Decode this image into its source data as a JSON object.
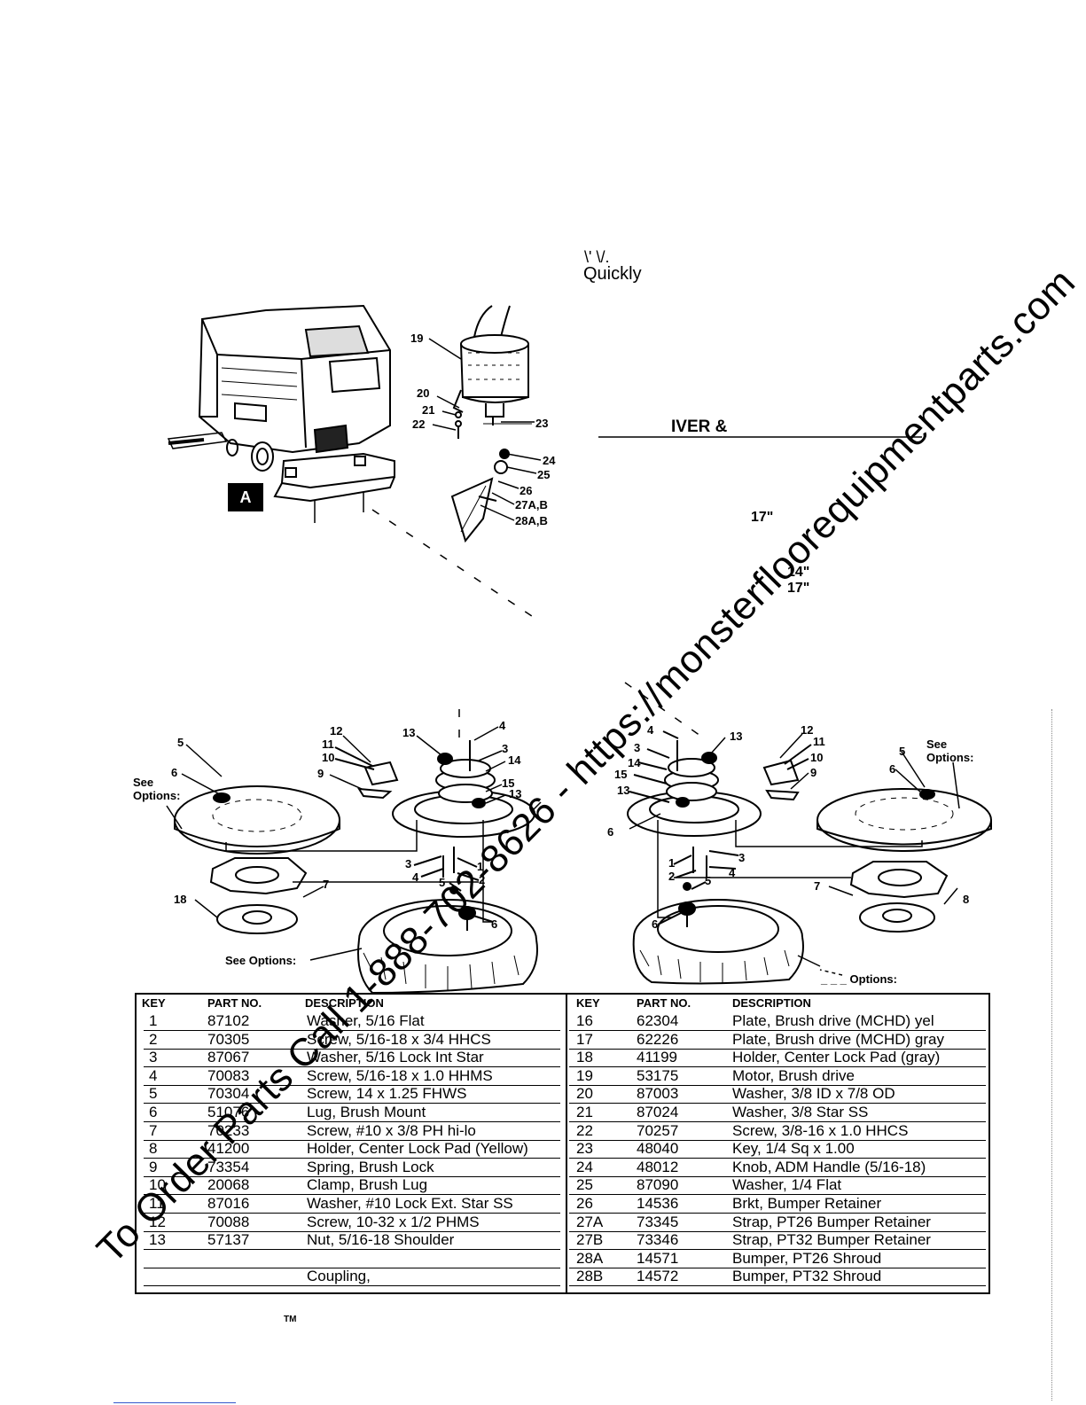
{
  "header_fragments": {
    "quickly": "Quickly",
    "marks_above": "\\' \\/.",
    "driver_heading": "IVER &"
  },
  "side_sizes": [
    "17\"",
    "14\"",
    "17\""
  ],
  "machine_label": "A",
  "diagram": {
    "left_callouts": [
      "5",
      "6",
      "12",
      "11",
      "10",
      "9",
      "13",
      "4",
      "3",
      "14",
      "15",
      "13",
      "1",
      "2",
      "3",
      "4",
      "5",
      "6",
      "7",
      "18"
    ],
    "right_callouts": [
      "4",
      "3",
      "13",
      "14",
      "15",
      "13",
      "6",
      "12",
      "11",
      "10",
      "9",
      "5",
      "6",
      "1",
      "2",
      "3",
      "4",
      "5",
      "6",
      "7",
      "8"
    ],
    "motor_callouts": [
      "19",
      "20",
      "21",
      "22",
      "23",
      "24",
      "25",
      "26",
      "27A,B",
      "28A,B"
    ],
    "see_options_left_top": [
      "See",
      "Options:"
    ],
    "see_options_right_top": [
      "See",
      "Options:"
    ],
    "see_options_left_bottom": "See Options:",
    "see_options_right_bottom": "_ _ _ Options:"
  },
  "table": {
    "headers": {
      "key": "KEY",
      "part": "PART NO.",
      "desc": "DESCRIPTION"
    },
    "left_rows": [
      {
        "key": "1",
        "part": "87102",
        "desc": "Washer, 5/16 Flat"
      },
      {
        "key": "2",
        "part": "70305",
        "desc": "Screw, 5/16-18 x 3/4 HHCS"
      },
      {
        "key": "3",
        "part": "87067",
        "desc": "Washer, 5/16 Lock Int Star"
      },
      {
        "key": "4",
        "part": "70083",
        "desc": "Screw, 5/16-18 x 1.0 HHMS"
      },
      {
        "key": "5",
        "part": "70304",
        "desc": "Screw, 14 x 1.25 FHWS"
      },
      {
        "key": "6",
        "part": "51076",
        "desc": "Lug, Brush Mount"
      },
      {
        "key": "7",
        "part": "70233",
        "desc": "Screw, #10 x 3/8 PH hi-lo"
      },
      {
        "key": "8",
        "part": "41200",
        "desc": "Holder, Center Lock Pad (Yellow)"
      },
      {
        "key": "9",
        "part": "73354",
        "desc": "Spring, Brush Lock"
      },
      {
        "key": "10",
        "part": "20068",
        "desc": "Clamp, Brush Lug"
      },
      {
        "key": "11",
        "part": "87016",
        "desc": "Washer, #10 Lock Ext. Star SS"
      },
      {
        "key": "12",
        "part": "70088",
        "desc": "Screw, 10-32 x 1/2 PHMS"
      },
      {
        "key": "13",
        "part": "57137",
        "desc": "Nut, 5/16-18 Shoulder"
      },
      {
        "key": "",
        "part": "",
        "desc": ""
      },
      {
        "key": "",
        "part": "",
        "desc": "Coupling,"
      }
    ],
    "right_rows": [
      {
        "key": "16",
        "part": "62304",
        "desc": "Plate, Brush drive (MCHD) yel"
      },
      {
        "key": "17",
        "part": "62226",
        "desc": "Plate, Brush drive (MCHD) gray"
      },
      {
        "key": "18",
        "part": "41199",
        "desc": "Holder, Center Lock Pad (gray)"
      },
      {
        "key": "19",
        "part": "53175",
        "desc": "Motor, Brush drive"
      },
      {
        "key": "20",
        "part": "87003",
        "desc": "Washer, 3/8 ID x 7/8 OD"
      },
      {
        "key": "21",
        "part": "87024",
        "desc": "Washer, 3/8 Star SS"
      },
      {
        "key": "22",
        "part": "70257",
        "desc": "Screw, 3/8-16 x 1.0 HHCS"
      },
      {
        "key": "23",
        "part": "48040",
        "desc": "Key, 1/4 Sq x 1.00"
      },
      {
        "key": "24",
        "part": "48012",
        "desc": "Knob, ADM Handle (5/16-18)"
      },
      {
        "key": "25",
        "part": "87090",
        "desc": "Washer, 1/4 Flat"
      },
      {
        "key": "26",
        "part": "14536",
        "desc": "Brkt, Bumper Retainer"
      },
      {
        "key": "27A",
        "part": "73345",
        "desc": "Strap, PT26 Bumper Retainer"
      },
      {
        "key": "27B",
        "part": "73346",
        "desc": "Strap, PT32 Bumper Retainer"
      },
      {
        "key": "28A",
        "part": "14571",
        "desc": "Bumper, PT26 Shroud"
      },
      {
        "key": "28B",
        "part": "14572",
        "desc": "Bumper, PT32 Shroud"
      }
    ]
  },
  "tm_mark": "TM",
  "watermark": "To Order Parts Call 1-888-702-8626 - https://monsterfloorequipmentparts.com"
}
